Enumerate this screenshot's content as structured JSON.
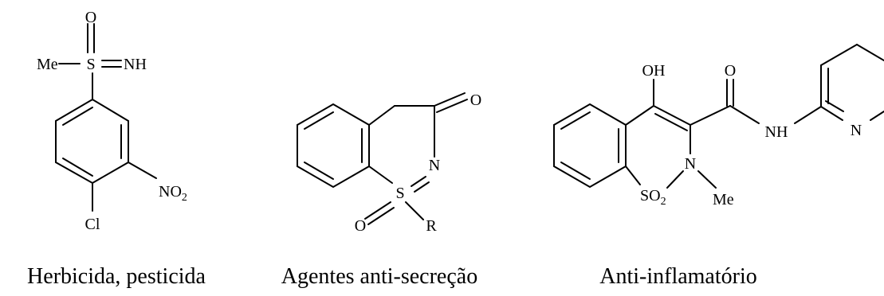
{
  "molecules": [
    {
      "caption": "Herbicida, pesticida",
      "atoms": {
        "o_top": "O",
        "me": "Me",
        "s": "S",
        "nh": "NH",
        "no2_main": "NO",
        "no2_sub": "2",
        "cl": "Cl"
      }
    },
    {
      "caption": "Agentes anti-secreção",
      "atoms": {
        "o_carbonyl": "O",
        "n": "N",
        "s": "S",
        "o_s": "O",
        "r": "R"
      }
    },
    {
      "caption": "Anti-inflamatório",
      "atoms": {
        "oh": "OH",
        "o_amide": "O",
        "nh": "NH",
        "n_pyr": "N",
        "n_ring": "N",
        "so2_main": "SO",
        "so2_sub": "2",
        "me": "Me"
      }
    }
  ]
}
